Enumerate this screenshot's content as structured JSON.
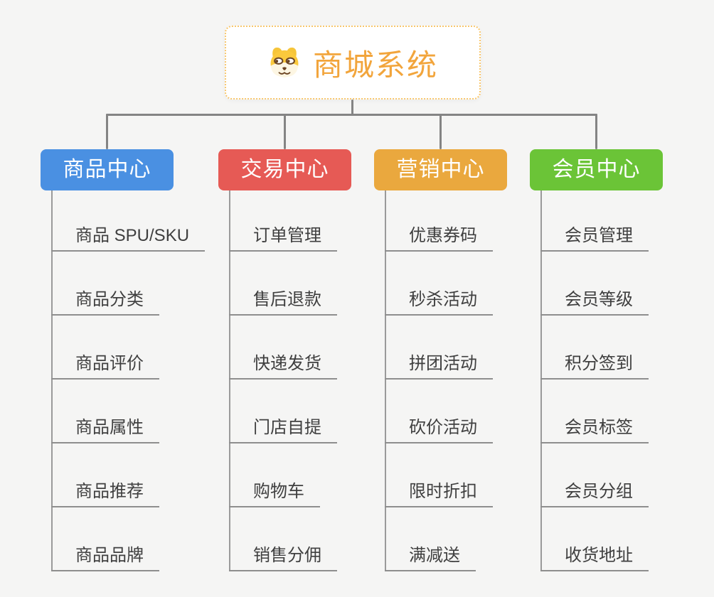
{
  "page": {
    "background": "#f5f5f4",
    "connector_color": "#848484",
    "sub_connector_color": "#9a9a9a"
  },
  "root": {
    "label": "商城系统",
    "icon": "dog-face-icon",
    "text_color": "#f2a53c",
    "border_color": "#f8c76e"
  },
  "branches": [
    {
      "name": "product-center",
      "label": "商品中心",
      "color": "#4a90e2",
      "children": [
        "商品 SPU/SKU",
        "商品分类",
        "商品评价",
        "商品属性",
        "商品推荐",
        "商品品牌"
      ]
    },
    {
      "name": "trade-center",
      "label": "交易中心",
      "color": "#e65a55",
      "children": [
        "订单管理",
        "售后退款",
        "快递发货",
        "门店自提",
        "购物车",
        "销售分佣"
      ]
    },
    {
      "name": "marketing-center",
      "label": "营销中心",
      "color": "#eaa83e",
      "children": [
        "优惠券码",
        "秒杀活动",
        "拼团活动",
        "砍价活动",
        "限时折扣",
        "满减送"
      ]
    },
    {
      "name": "member-center",
      "label": "会员中心",
      "color": "#6bc437",
      "children": [
        "会员管理",
        "会员等级",
        "积分签到",
        "会员标签",
        "会员分组",
        "收货地址"
      ]
    }
  ]
}
